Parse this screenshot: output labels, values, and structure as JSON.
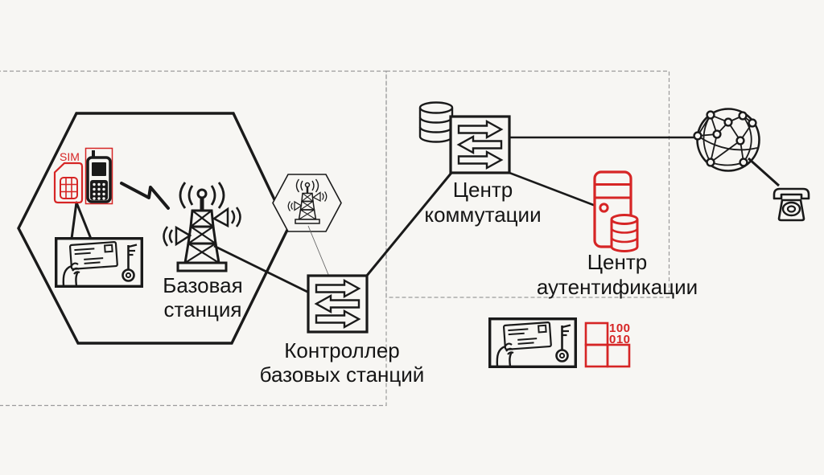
{
  "colors": {
    "background": "#f7f6f3",
    "ink": "#1a1a1a",
    "accent_red": "#d62525",
    "dashed_border": "#9c9c9c"
  },
  "nodes": {
    "base_station": {
      "label": [
        "Базовая",
        "станция"
      ]
    },
    "bsc": {
      "label": [
        "Контроллер",
        "базовых станций"
      ]
    },
    "msc": {
      "label": [
        "Центр",
        "коммутации"
      ]
    },
    "auth_center": {
      "label": [
        "Центр",
        "аутентификации"
      ]
    },
    "sim_card": {
      "label": "SIM"
    },
    "auth_key_block": {
      "binary": [
        "100",
        "010"
      ]
    }
  }
}
